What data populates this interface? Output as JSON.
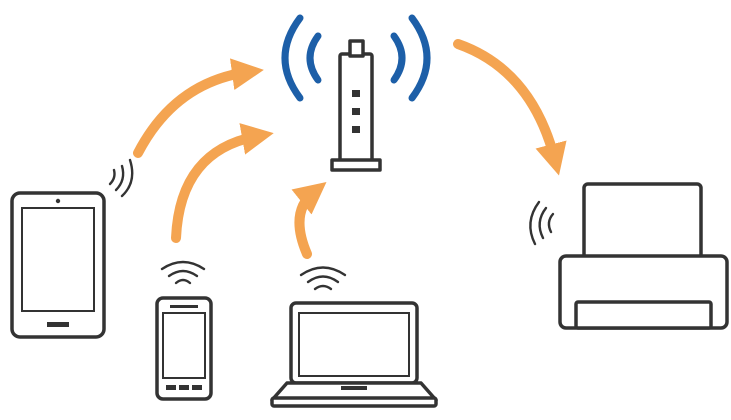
{
  "diagram": {
    "devices": [
      {
        "id": "router",
        "icon": "wireless-router-icon"
      },
      {
        "id": "tablet",
        "icon": "tablet-icon"
      },
      {
        "id": "smartphone",
        "icon": "smartphone-icon"
      },
      {
        "id": "laptop",
        "icon": "laptop-icon"
      },
      {
        "id": "printer",
        "icon": "printer-icon"
      }
    ],
    "connections": [
      {
        "from": "tablet",
        "to": "router"
      },
      {
        "from": "smartphone",
        "to": "router"
      },
      {
        "from": "laptop",
        "to": "router"
      },
      {
        "from": "router",
        "to": "printer"
      }
    ],
    "colors": {
      "signal": "#1d5fa8",
      "arrow": "#f4a451",
      "device_outline": "#333333"
    }
  }
}
